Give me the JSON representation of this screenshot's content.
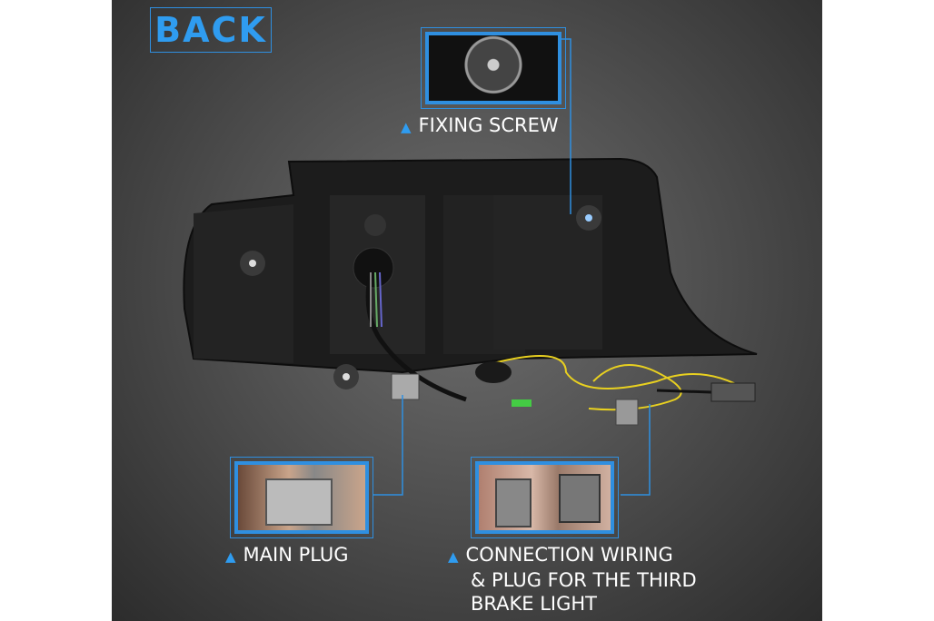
{
  "title": "BACK",
  "callouts": [
    {
      "label": "FIXING SCREW"
    },
    {
      "label": "MAIN PLUG"
    },
    {
      "label_lines": [
        "CONNECTION WIRING",
        "& PLUG FOR THE THIRD",
        "BRAKE LIGHT"
      ]
    }
  ],
  "colors": {
    "accent": "#2f8fe0",
    "wire_yellow": "#e8d020"
  },
  "icons": {
    "caret": "caret-up-icon"
  }
}
